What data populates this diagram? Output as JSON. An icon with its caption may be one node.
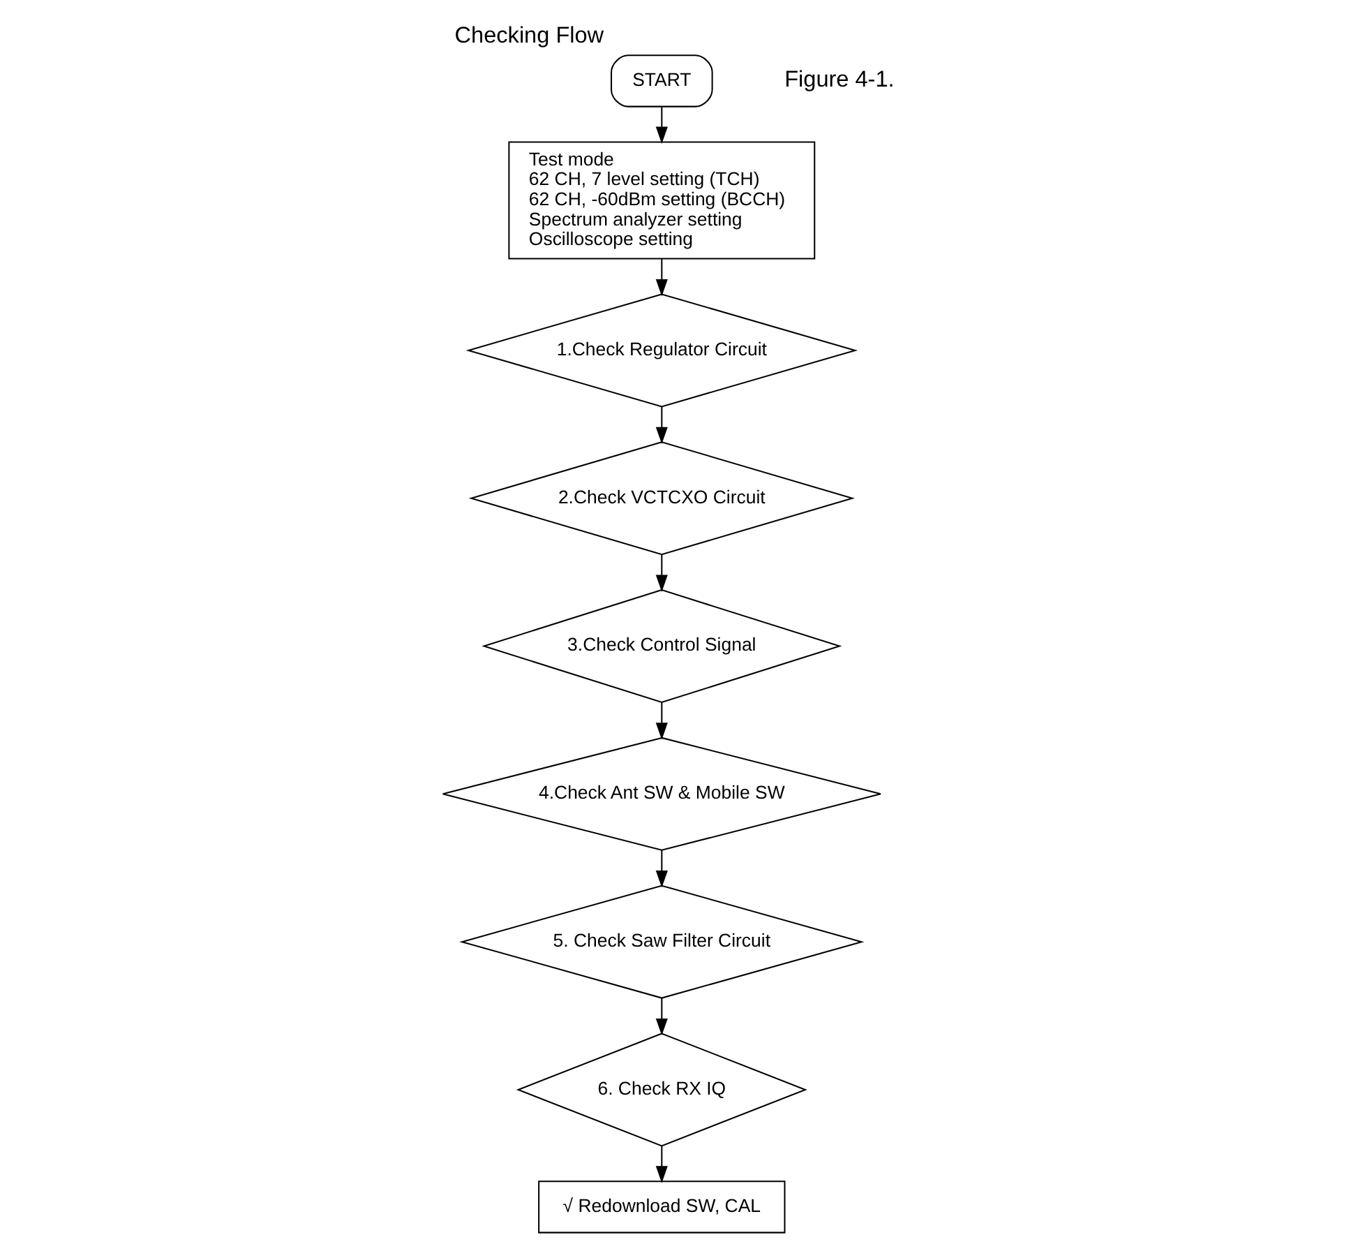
{
  "diagram": {
    "title": "Checking Flow",
    "nodes": [
      {
        "text": [
          "START"
        ]
      },
      {
        "text": [
          "Test mode",
          "62 CH, 7 level setting (TCH)",
          "62 CH, -60dBm setting (BCCH)",
          "Spectrum analyzer setting",
          "Oscilloscope setting"
        ]
      },
      {
        "text": [
          "1.Check Regulator Circuit"
        ]
      },
      {
        "text": [
          "2.Check VCTCXO Circuit"
        ]
      },
      {
        "text": [
          "3.Check Control Signal"
        ]
      },
      {
        "text": [
          "4.Check Ant SW & Mobile SW"
        ]
      },
      {
        "text": [
          "5. Check Saw Filter Circuit"
        ]
      },
      {
        "text": [
          "6. Check RX IQ"
        ]
      },
      {
        "text": [
          "√ Redownload SW, CAL"
        ]
      }
    ],
    "edges": [
      {
        "from": 0,
        "to": 1,
        "arrow": "to"
      },
      {
        "from": 1,
        "to": 2,
        "arrow": "to"
      },
      {
        "from": 2,
        "to": 3,
        "arrow": "to"
      },
      {
        "from": 3,
        "to": 4,
        "arrow": "to"
      },
      {
        "from": 4,
        "to": 5,
        "arrow": "to"
      },
      {
        "from": 5,
        "to": 6,
        "arrow": "to"
      },
      {
        "from": 6,
        "to": 7,
        "arrow": "to"
      },
      {
        "from": 7,
        "to": 8,
        "arrow": "to"
      }
    ],
    "labels": [
      "Figure 4-1."
    ]
  }
}
